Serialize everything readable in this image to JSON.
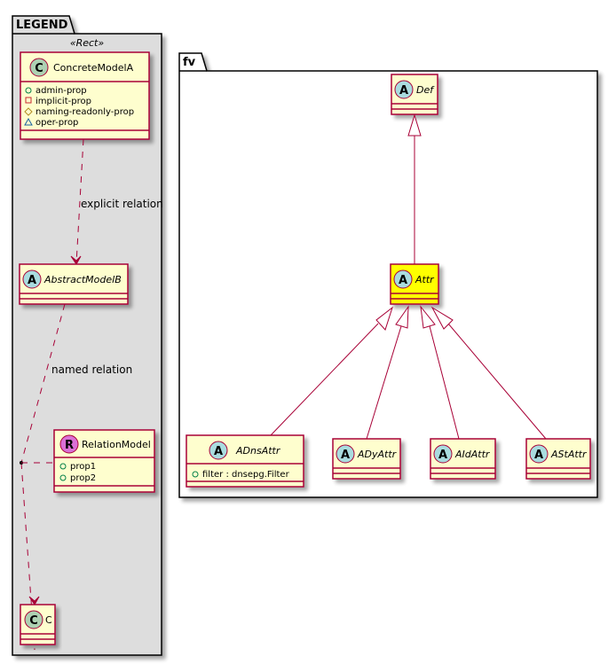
{
  "colors": {
    "class_fill": "#FEFECE",
    "class_border": "#A80036",
    "highlight_fill": "#FFFF00",
    "legend_fill": "#DDDDDD",
    "package_fill": "#FFFFFF",
    "abstract_circle": "#A9DCDF",
    "class_circle": "#ADD1B2",
    "relation_circle": "#DA70D6"
  },
  "legend": {
    "title": "LEGEND",
    "stereotype": "«Rect»",
    "concrete_model": {
      "name": "ConcreteModelA",
      "kind": "C",
      "members": [
        {
          "visibility": "public",
          "text": "admin-prop"
        },
        {
          "visibility": "private",
          "text": "implicit-prop"
        },
        {
          "visibility": "protected",
          "text": "naming-readonly-prop"
        },
        {
          "visibility": "package",
          "text": "oper-prop"
        }
      ]
    },
    "explicit_relation_label": "explicit relation",
    "abstract_model": {
      "name": "AbstractModelB",
      "kind": "A"
    },
    "named_relation_label": "named relation",
    "relation_model": {
      "name": "RelationModel",
      "kind": "R",
      "members": [
        {
          "visibility": "public",
          "text": "prop1"
        },
        {
          "visibility": "public",
          "text": "prop2"
        }
      ]
    },
    "target_model": {
      "name": "C",
      "kind": "C"
    }
  },
  "fv": {
    "title": "fv",
    "def": {
      "name": "Def",
      "kind": "A"
    },
    "attr": {
      "name": "Attr",
      "kind": "A"
    },
    "children": [
      {
        "name": "ADnsAttr",
        "kind": "A",
        "member": "filter : dnsepg.Filter"
      },
      {
        "name": "ADyAttr",
        "kind": "A"
      },
      {
        "name": "AIdAttr",
        "kind": "A"
      },
      {
        "name": "AStAttr",
        "kind": "A"
      }
    ]
  }
}
